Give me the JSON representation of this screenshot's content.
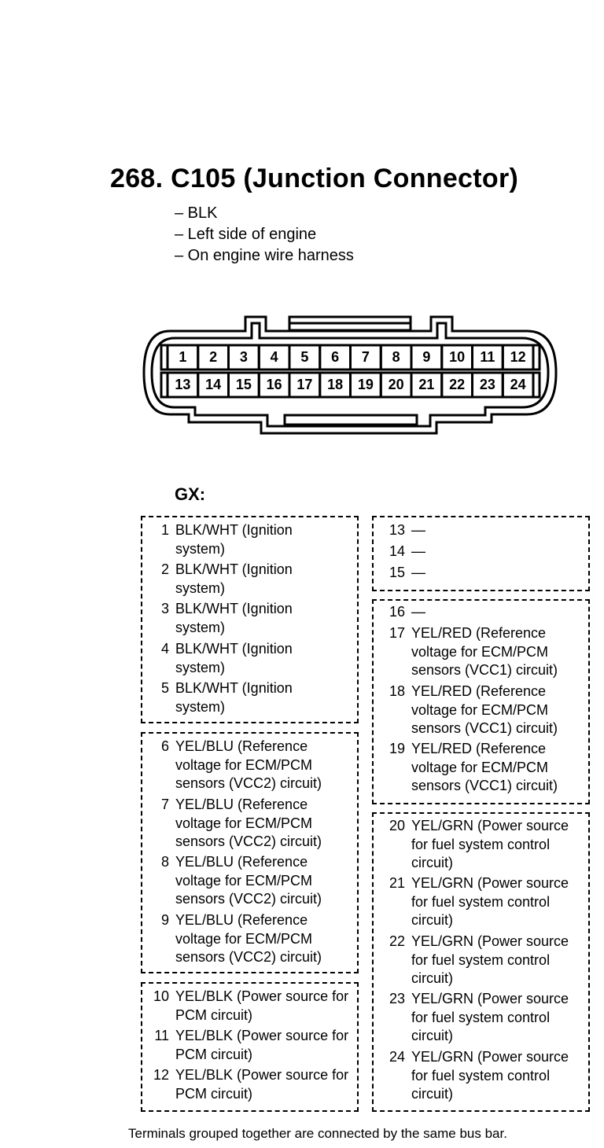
{
  "title": "268. C105 (Junction Connector)",
  "properties": [
    "– BLK",
    "– Left side of engine",
    "– On engine wire harness"
  ],
  "connector": {
    "top_row": [
      "1",
      "2",
      "3",
      "4",
      "5",
      "6",
      "7",
      "8",
      "9",
      "10",
      "11",
      "12"
    ],
    "bottom_row": [
      "13",
      "14",
      "15",
      "16",
      "17",
      "18",
      "19",
      "20",
      "21",
      "22",
      "23",
      "24"
    ]
  },
  "group_label": "GX:",
  "terminals": {
    "t1": {
      "num": "1",
      "text": "BLK/WHT (Ignition system)"
    },
    "t2": {
      "num": "2",
      "text": "BLK/WHT (Ignition system)"
    },
    "t3": {
      "num": "3",
      "text": "BLK/WHT (Ignition system)"
    },
    "t4": {
      "num": "4",
      "text": "BLK/WHT (Ignition system)"
    },
    "t5": {
      "num": "5",
      "text": "BLK/WHT (Ignition system)"
    },
    "t6": {
      "num": "6",
      "text": "YEL/BLU (Reference voltage for ECM/PCM sensors (VCC2) circuit)"
    },
    "t7": {
      "num": "7",
      "text": "YEL/BLU (Reference voltage for ECM/PCM sensors (VCC2) circuit)"
    },
    "t8": {
      "num": "8",
      "text": "YEL/BLU (Reference voltage for ECM/PCM sensors (VCC2) circuit)"
    },
    "t9": {
      "num": "9",
      "text": "YEL/BLU (Reference voltage for ECM/PCM sensors (VCC2) circuit)"
    },
    "t10": {
      "num": "10",
      "text": "YEL/BLK (Power source for PCM circuit)"
    },
    "t11": {
      "num": "11",
      "text": "YEL/BLK (Power source for PCM circuit)"
    },
    "t12": {
      "num": "12",
      "text": "YEL/BLK (Power source for PCM circuit)"
    },
    "t13": {
      "num": "13",
      "text": "—"
    },
    "t14": {
      "num": "14",
      "text": "—"
    },
    "t15": {
      "num": "15",
      "text": "—"
    },
    "t16": {
      "num": "16",
      "text": "—"
    },
    "t17": {
      "num": "17",
      "text": "YEL/RED (Reference voltage for ECM/PCM sensors (VCC1) circuit)"
    },
    "t18": {
      "num": "18",
      "text": "YEL/RED (Reference voltage for ECM/PCM sensors (VCC1) circuit)"
    },
    "t19": {
      "num": "19",
      "text": "YEL/RED (Reference voltage for ECM/PCM sensors (VCC1) circuit)"
    },
    "t20": {
      "num": "20",
      "text": "YEL/GRN (Power source for fuel system control circuit)"
    },
    "t21": {
      "num": "21",
      "text": "YEL/GRN (Power source for fuel system control circuit)"
    },
    "t22": {
      "num": "22",
      "text": "YEL/GRN (Power source for fuel system control circuit)"
    },
    "t23": {
      "num": "23",
      "text": "YEL/GRN (Power source for fuel system control circuit)"
    },
    "t24": {
      "num": "24",
      "text": "YEL/GRN (Power source for fuel system control circuit)"
    }
  },
  "footnote": "Terminals grouped together are connected by the same bus bar."
}
